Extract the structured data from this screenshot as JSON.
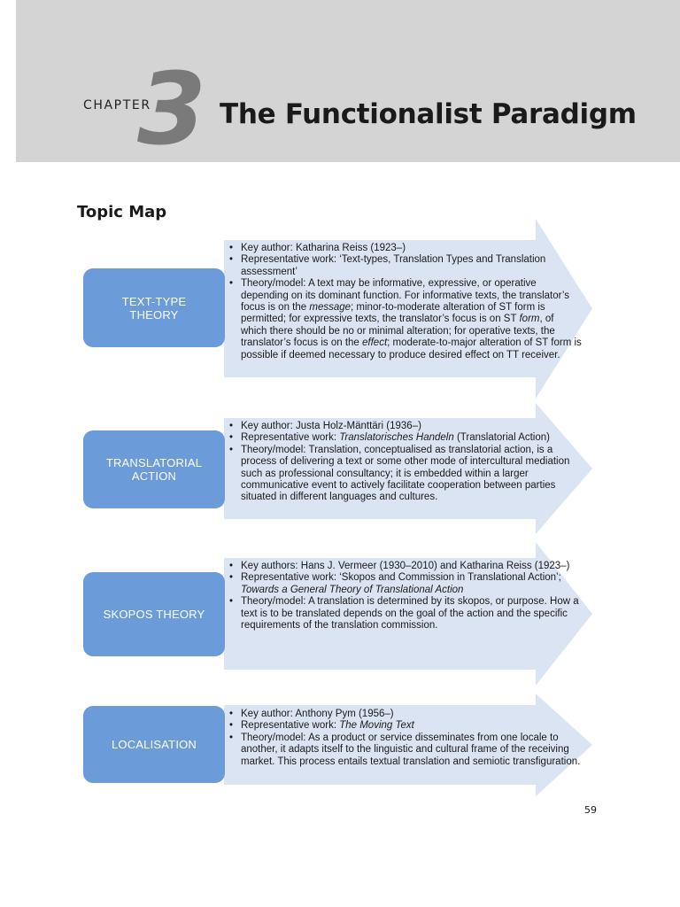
{
  "header": {
    "chapter_word": "CHAPTER",
    "chapter_number": "3",
    "title": "The Functionalist Paradigm"
  },
  "topic_map": {
    "heading": "Topic Map",
    "items": [
      {
        "label_lines": [
          "TEXT-TYPE",
          "THEORY"
        ],
        "bullets": [
          [
            "Key author: Katharina Reiss (1923–)"
          ],
          [
            "Representative work: ‘Text-types, Translation Types and Translation assessment’"
          ],
          [
            "Theory/model: A text may be informative, expressive, or operative depending on its dominant function. For informative texts, the translator’s focus is on the ",
            "message",
            "; minor-to-moderate alteration of ST form is permitted; for expressive texts, the translator’s focus is on ST ",
            "form",
            ", of which there should be no or minimal alteration; for operative texts, the translator’s focus is on the ",
            "effect",
            "; moderate-to-major alteration of ST form is possible if deemed necessary to produce desired effect on TT receiver."
          ]
        ]
      },
      {
        "label_lines": [
          "TRANSLATORIAL",
          "ACTION"
        ],
        "bullets": [
          [
            "Key author: Justa Holz-Mänttäri (1936–)"
          ],
          [
            "Representative work: ",
            "Translatorisches Handeln",
            " (Translatorial Action)"
          ],
          [
            "Theory/model: Translation, conceptualised as translatorial action, is a process of delivering a text or some other mode of intercultural mediation such as professional consultancy; it is embedded within a larger communicative event to actively facilitate cooperation between parties situated in different languages and cultures."
          ]
        ]
      },
      {
        "label_lines": [
          "SKOPOS THEORY"
        ],
        "bullets": [
          [
            "Key authors: Hans J. Vermeer (1930–2010) and Katharina Reiss (1923–)"
          ],
          [
            "Representative work: ‘Skopos and Commission in Translational Action’; ",
            "Towards a General Theory of Translational Action"
          ],
          [
            "Theory/model: A translation is determined by its skopos, or purpose. How a text is to be translated depends on the goal of the action and the specific requirements of the translation commission."
          ]
        ]
      },
      {
        "label_lines": [
          "LOCALISATION"
        ],
        "bullets": [
          [
            "Key author: Anthony Pym (1956–)"
          ],
          [
            "Representative work: ",
            "The Moving Text"
          ],
          [
            "Theory/model: As a product or service disseminates from one locale to another, it adapts itself to the linguistic and cultural frame of the receiving market. This process entails textual translation and semiotic transfiguration."
          ]
        ]
      }
    ]
  },
  "page_number": "59"
}
